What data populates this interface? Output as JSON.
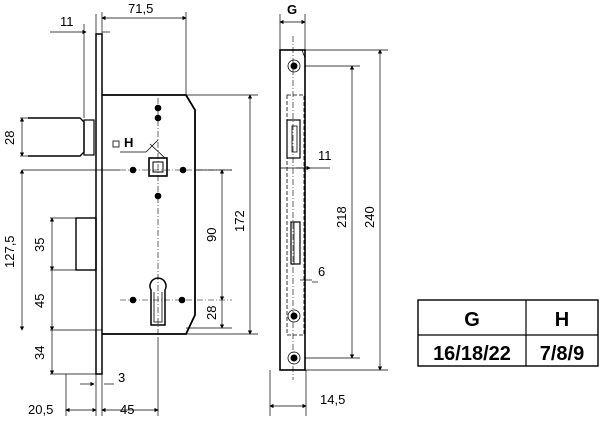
{
  "dimensions": {
    "d_11_top": "11",
    "d_71_5": "71,5",
    "d_g_top": "G",
    "d_28_left": "28",
    "d_h": "H",
    "d_127_5": "127,5",
    "d_35": "35",
    "d_45_left": "45",
    "d_34": "34",
    "d_3": "3",
    "d_20_5": "20,5",
    "d_45_bottom": "45",
    "d_90": "90",
    "d_172": "172",
    "d_28_right": "28",
    "d_11_side": "11",
    "d_218": "218",
    "d_240": "240",
    "d_6": "6",
    "d_14_5": "14,5"
  },
  "table": {
    "headers": [
      "G",
      "H"
    ],
    "values": [
      "16/18/22",
      "7/8/9"
    ]
  }
}
